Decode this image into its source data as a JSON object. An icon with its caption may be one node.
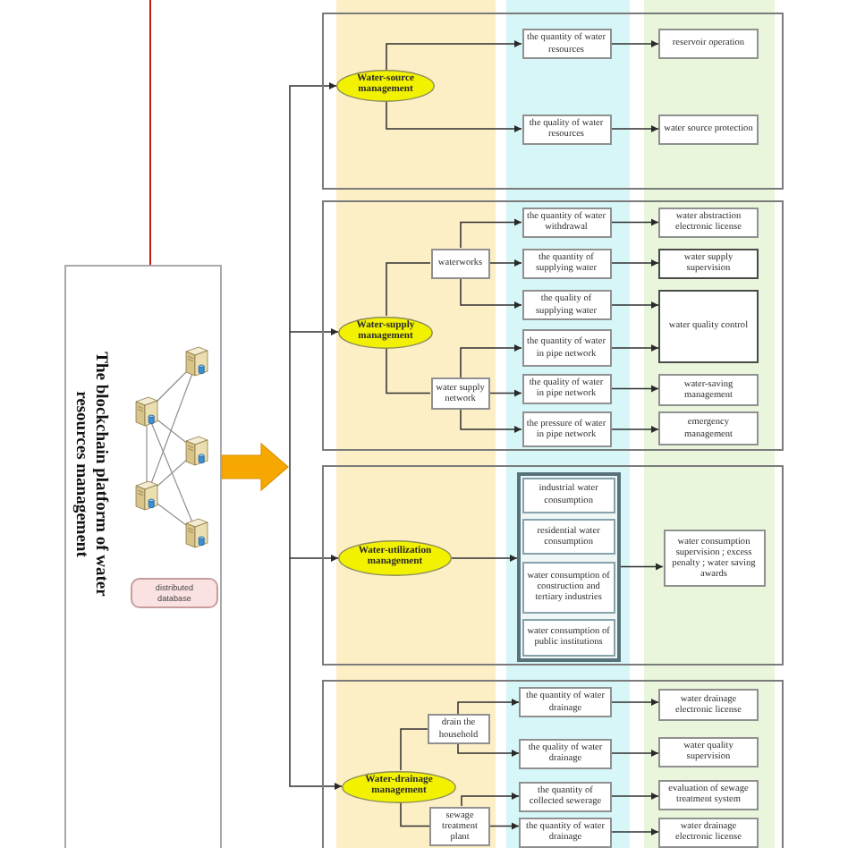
{
  "diagram": {
    "nodes": [
      {
        "text": [
          "The blockchain platform of water resources management"
        ]
      },
      {
        "text": [
          "distributed database"
        ],
        "in": 0
      },
      {
        "text": [],
        "shape": "box"
      },
      {
        "text": [
          "Water-source management"
        ],
        "in": 2
      },
      {
        "text": [
          "the quantity of water resources"
        ],
        "in": 2
      },
      {
        "text": [
          "the quality of water resources"
        ],
        "in": 2
      },
      {
        "text": [
          "reservoir operation"
        ],
        "in": 2
      },
      {
        "text": [
          "water source protection"
        ],
        "in": 2
      },
      {
        "text": [],
        "shape": "box"
      },
      {
        "text": [
          "Water-supply management"
        ],
        "in": 8
      },
      {
        "text": [
          "waterworks"
        ],
        "in": 8
      },
      {
        "text": [
          "water supply network"
        ],
        "in": 8
      },
      {
        "text": [
          "the quantity of water withdrawal"
        ],
        "in": 8
      },
      {
        "text": [
          "the quantity of supplying water"
        ],
        "in": 8
      },
      {
        "text": [
          "the quality of supplying water"
        ],
        "in": 8
      },
      {
        "text": [
          "the quantity of water in pipe network"
        ],
        "in": 8
      },
      {
        "text": [
          "the quality of water in pipe network"
        ],
        "in": 8
      },
      {
        "text": [
          "the pressure of water in pipe network"
        ],
        "in": 8
      },
      {
        "text": [
          "water abstraction electronic license"
        ],
        "in": 8
      },
      {
        "text": [
          "water supply supervision"
        ],
        "in": 8
      },
      {
        "text": [
          "water quality control"
        ],
        "in": 8
      },
      {
        "text": [
          "water-saving management"
        ],
        "in": 8
      },
      {
        "text": [
          "emergency management"
        ],
        "in": 8
      },
      {
        "text": [],
        "shape": "box"
      },
      {
        "text": [
          "Water-utilization management"
        ],
        "in": 23
      },
      {
        "text": [],
        "shape": "box",
        "in": 23
      },
      {
        "text": [
          "industrial water consumption"
        ],
        "in": 25
      },
      {
        "text": [
          "residential water consumption"
        ],
        "in": 25
      },
      {
        "text": [
          "water consumption of construction and tertiary industries"
        ],
        "in": 25
      },
      {
        "text": [
          "water consumption of public institutions"
        ],
        "in": 25
      },
      {
        "text": [
          "water consumption supervision ; excess penalty ; water saving awards"
        ],
        "in": 23
      },
      {
        "text": [],
        "shape": "box"
      },
      {
        "text": [
          "Water-drainage management"
        ],
        "in": 31
      },
      {
        "text": [
          "drain the household"
        ],
        "in": 31
      },
      {
        "text": [
          "sewage treatment plant"
        ],
        "in": 31
      },
      {
        "text": [
          "the quantity of water drainage"
        ],
        "in": 31
      },
      {
        "text": [
          "the quality of water drainage"
        ],
        "in": 31
      },
      {
        "text": [
          "the quantity of collected sewerage"
        ],
        "in": 31
      },
      {
        "text": [
          "the quantity of water drainage"
        ],
        "in": 31
      },
      {
        "text": [
          "water drainage electronic license"
        ],
        "in": 31
      },
      {
        "text": [
          "water quality supervision"
        ],
        "in": 31
      },
      {
        "text": [
          "evaluation of sewage treatment system"
        ],
        "in": 31
      },
      {
        "text": [
          "water drainage electronic license"
        ],
        "in": 31
      }
    ],
    "edges": [
      {
        "from": null,
        "to": 0,
        "arrow": "none",
        "color": "#c00000"
      },
      {
        "from": 0,
        "to": 3,
        "arrow": "to"
      },
      {
        "from": 0,
        "to": 9,
        "arrow": "to"
      },
      {
        "from": 0,
        "to": 24,
        "arrow": "to"
      },
      {
        "from": 0,
        "to": 32,
        "arrow": "to"
      },
      {
        "from": 3,
        "to": 4,
        "arrow": "to"
      },
      {
        "from": 3,
        "to": 5,
        "arrow": "to"
      },
      {
        "from": 4,
        "to": 6,
        "arrow": "to"
      },
      {
        "from": 5,
        "to": 7,
        "arrow": "to"
      },
      {
        "from": 9,
        "to": 10,
        "arrow": "none"
      },
      {
        "from": 9,
        "to": 11,
        "arrow": "none"
      },
      {
        "from": 10,
        "to": 12,
        "arrow": "to"
      },
      {
        "from": 10,
        "to": 13,
        "arrow": "to"
      },
      {
        "from": 10,
        "to": 14,
        "arrow": "to"
      },
      {
        "from": 11,
        "to": 15,
        "arrow": "to"
      },
      {
        "from": 11,
        "to": 16,
        "arrow": "to"
      },
      {
        "from": 11,
        "to": 17,
        "arrow": "to"
      },
      {
        "from": 12,
        "to": 18,
        "arrow": "to"
      },
      {
        "from": 13,
        "to": 19,
        "arrow": "to"
      },
      {
        "from": 14,
        "to": 20,
        "arrow": "to"
      },
      {
        "from": 15,
        "to": 20,
        "arrow": "to"
      },
      {
        "from": 16,
        "to": 21,
        "arrow": "to"
      },
      {
        "from": 17,
        "to": 22,
        "arrow": "to"
      },
      {
        "from": 24,
        "to": 25,
        "arrow": "to"
      },
      {
        "from": 25,
        "to": 30,
        "arrow": "to"
      },
      {
        "from": 32,
        "to": 33,
        "arrow": "none"
      },
      {
        "from": 32,
        "to": 34,
        "arrow": "none"
      },
      {
        "from": 33,
        "to": 35,
        "arrow": "to"
      },
      {
        "from": 33,
        "to": 36,
        "arrow": "to"
      },
      {
        "from": 34,
        "to": 37,
        "arrow": "to"
      },
      {
        "from": 34,
        "to": 38,
        "arrow": "to"
      },
      {
        "from": 35,
        "to": 39,
        "arrow": "to"
      },
      {
        "from": 36,
        "to": 40,
        "arrow": "to"
      },
      {
        "from": 37,
        "to": 41,
        "arrow": "to"
      },
      {
        "from": 38,
        "to": 42,
        "arrow": "to"
      }
    ]
  }
}
